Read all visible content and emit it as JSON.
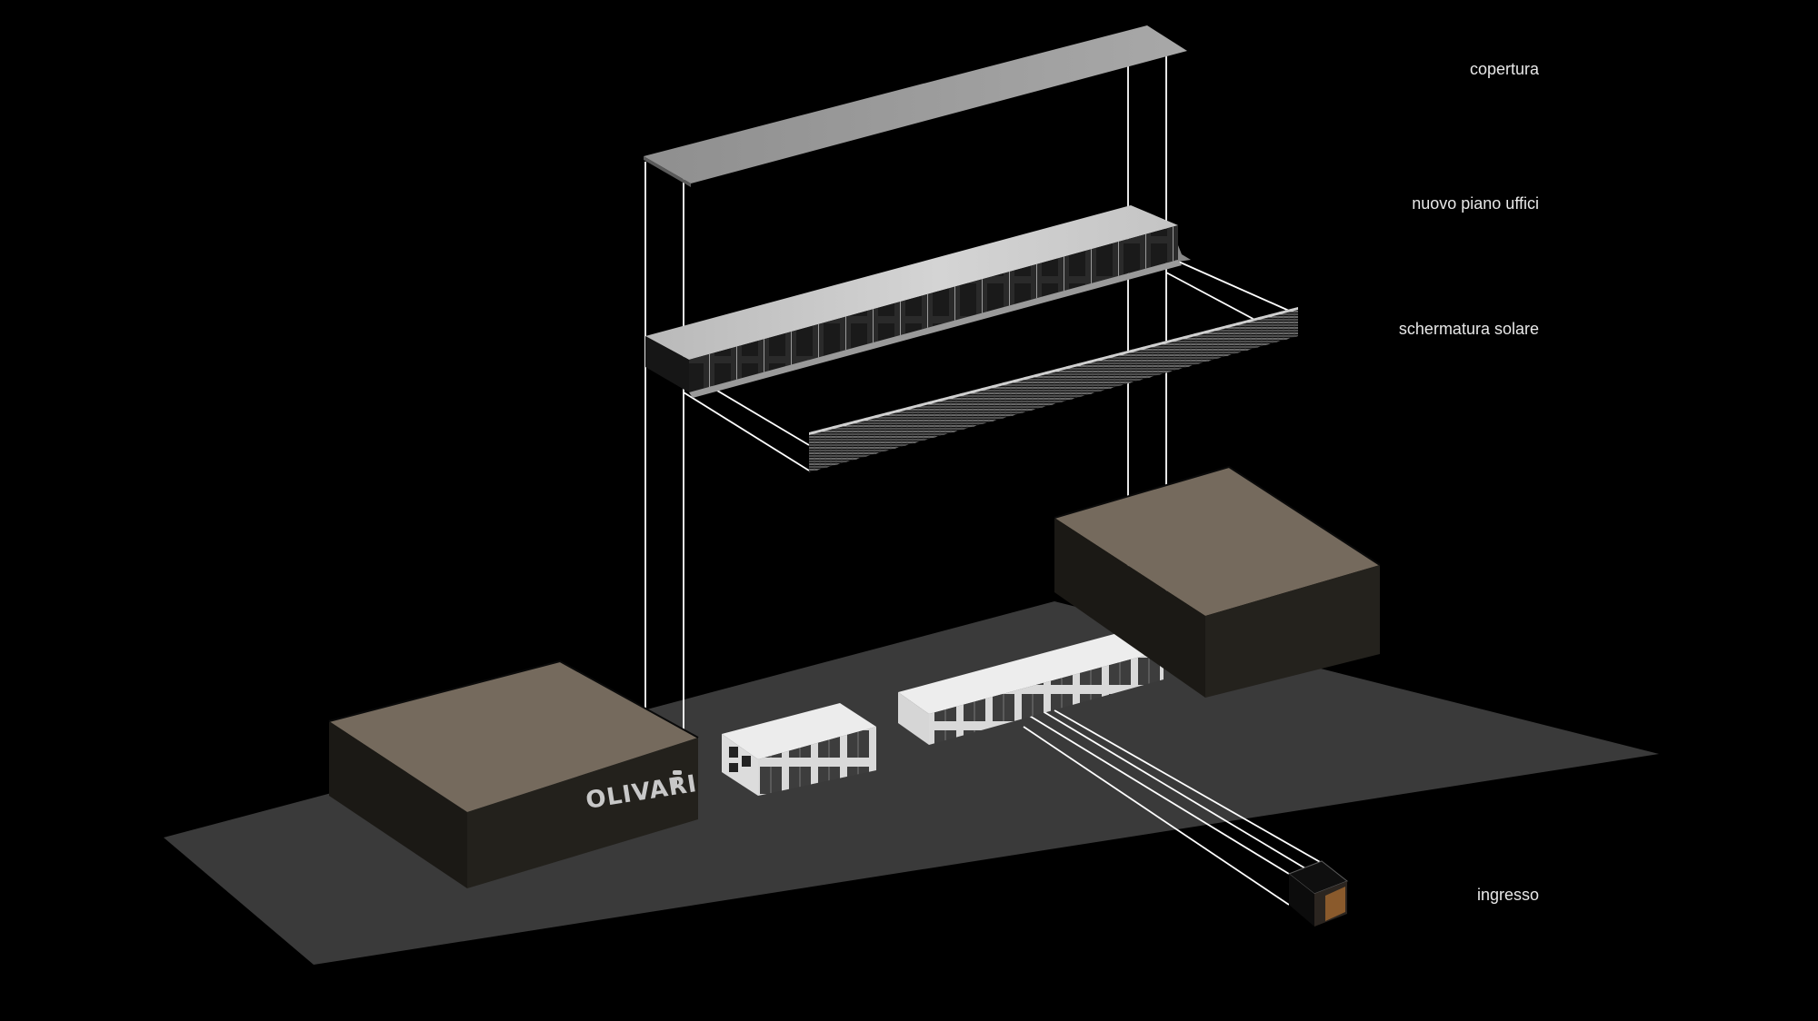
{
  "labels": {
    "copertura": "copertura",
    "uffici": "nuovo piano uffici",
    "schermatura": "schermatura solare",
    "ingresso": "ingresso"
  },
  "logo_text": "OLIVARI",
  "colors": {
    "background": "#000000",
    "ground": "#3a3a3a",
    "roof_block": "#756a5d",
    "block_wall": "#1c1a16",
    "roof_slab": "#8a8a8a",
    "office_top": "#c9c9c9",
    "office_facade": "#e0e0e0",
    "guide_line": "#ffffff",
    "label": "#e8e8e8"
  }
}
